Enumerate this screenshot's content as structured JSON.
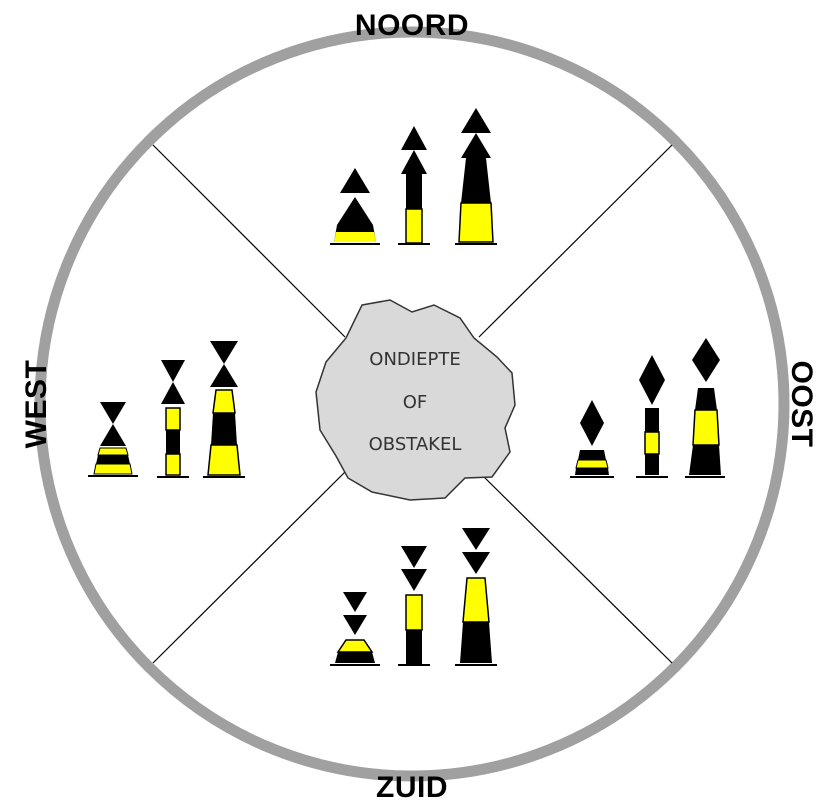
{
  "directions": {
    "north": "NOORD",
    "east": "OOST",
    "south": "ZUID",
    "west": "WEST"
  },
  "center": {
    "line1": "ONDIEPTE",
    "line2": "OF",
    "line3": "OBSTAKEL"
  },
  "colors": {
    "ring": "#a0a0a0",
    "buoy_dark": "#000000",
    "buoy_light": "#ffff00",
    "obstacle_fill": "#d9d9d9",
    "obstacle_stroke": "#333333"
  },
  "icons": [
    "north-cardinal-buoy-icon",
    "east-cardinal-buoy-icon",
    "south-cardinal-buoy-icon",
    "west-cardinal-buoy-icon"
  ]
}
